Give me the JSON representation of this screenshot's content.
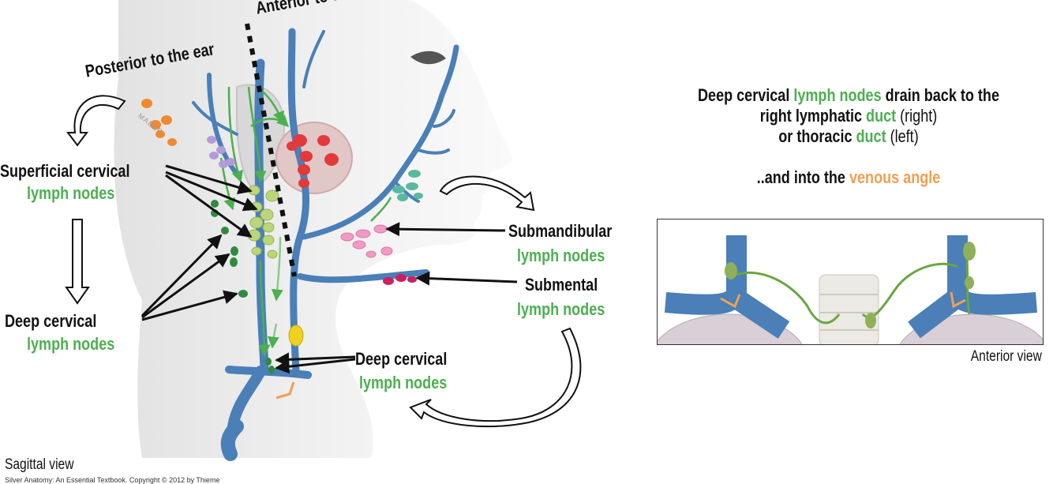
{
  "head_region_labels": {
    "posterior": "Posterior to the ear",
    "anterior": "Anterior to the ear"
  },
  "watermark": "MADER",
  "labels": {
    "superficial_cervical": {
      "line1": "Superficial cervical",
      "line2": "lymph nodes"
    },
    "deep_cervical_left": {
      "line1": "Deep cervical",
      "line2": "lymph nodes"
    },
    "deep_cervical_bottom": {
      "line1": "Deep cervical",
      "line2": "lymph nodes"
    },
    "submandibular": {
      "line1": "Submandibular",
      "line2": "lymph nodes"
    },
    "submental": {
      "line1": "Submental",
      "line2": "lymph nodes"
    }
  },
  "info": {
    "line1_a": "Deep cervical ",
    "line1_b": "lymph nodes",
    "line1_c": " drain back to the",
    "line2_a": "right lymphatic ",
    "line2_b": "duct",
    "line2_c": " (right)",
    "line3_a": "or thoracic ",
    "line3_b": "duct",
    "line3_c": " (left)",
    "line4_a": "..and into the ",
    "line4_b": "venous angle"
  },
  "inset_caption": "Anterior view",
  "sagittal_caption": "Sagittal view",
  "credit": "Silver Anatomy: An Essential Textbook. Copyright © 2012 by Thieme",
  "colors": {
    "vein": "#4a7fb8",
    "lymph_green": "#4caf50",
    "node_orange": "#f08a30",
    "node_red": "#e23a3a",
    "node_pink": "#f19ac6",
    "node_purple": "#b49ad8",
    "node_lightgreen": "#bcd67a",
    "node_darkgreen": "#2e8b3e",
    "node_yellow": "#f0d020",
    "venous_angle": "#f0a050"
  }
}
